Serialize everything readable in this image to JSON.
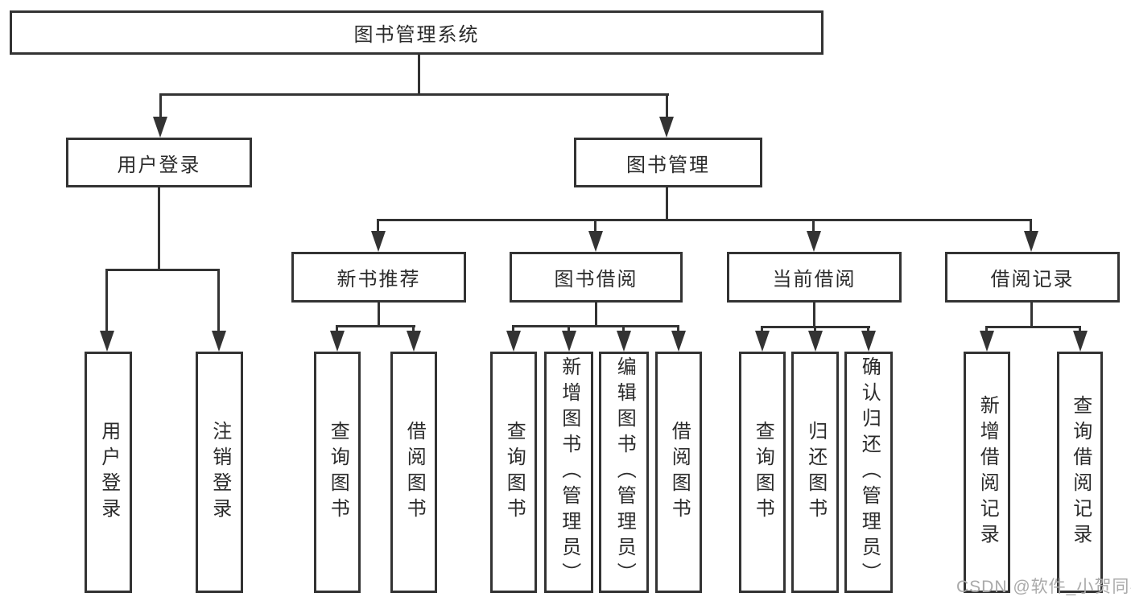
{
  "diagram": {
    "title": "图书管理系统",
    "type": "hierarchy-tree"
  },
  "nodes": {
    "root": {
      "label": "图书管理系统"
    },
    "level2": [
      {
        "label": "用户登录",
        "parent": "图书管理系统"
      },
      {
        "label": "图书管理",
        "parent": "图书管理系统"
      }
    ],
    "level3": [
      {
        "label": "新书推荐",
        "parent": "图书管理"
      },
      {
        "label": "图书借阅",
        "parent": "图书管理"
      },
      {
        "label": "当前借阅",
        "parent": "图书管理"
      },
      {
        "label": "借阅记录",
        "parent": "图书管理"
      }
    ],
    "leaves": [
      {
        "label": "用户登录",
        "parent": "用户登录"
      },
      {
        "label": "注销登录",
        "parent": "用户登录"
      },
      {
        "label": "查询图书",
        "parent": "新书推荐"
      },
      {
        "label": "借阅图书",
        "parent": "新书推荐"
      },
      {
        "label": "查询图书",
        "parent": "图书借阅"
      },
      {
        "label": "新增图书（管理员）",
        "parent": "图书借阅"
      },
      {
        "label": "编辑图书（管理员）",
        "parent": "图书借阅"
      },
      {
        "label": "借阅图书",
        "parent": "图书借阅"
      },
      {
        "label": "查询图书",
        "parent": "当前借阅"
      },
      {
        "label": "归还图书",
        "parent": "当前借阅"
      },
      {
        "label": "确认归还（管理员）",
        "parent": "当前借阅"
      },
      {
        "label": "新增借阅记录",
        "parent": "借阅记录"
      },
      {
        "label": "查询借阅记录",
        "parent": "借阅记录"
      }
    ]
  },
  "watermark": {
    "text": "CSDN @软件_小贺同学",
    "color": "#aaaaaa"
  },
  "colors": {
    "line": "#333333",
    "box_border": "#333333",
    "box_bg": "#ffffff",
    "text": "#2b2b2b",
    "background": "#ffffff"
  }
}
